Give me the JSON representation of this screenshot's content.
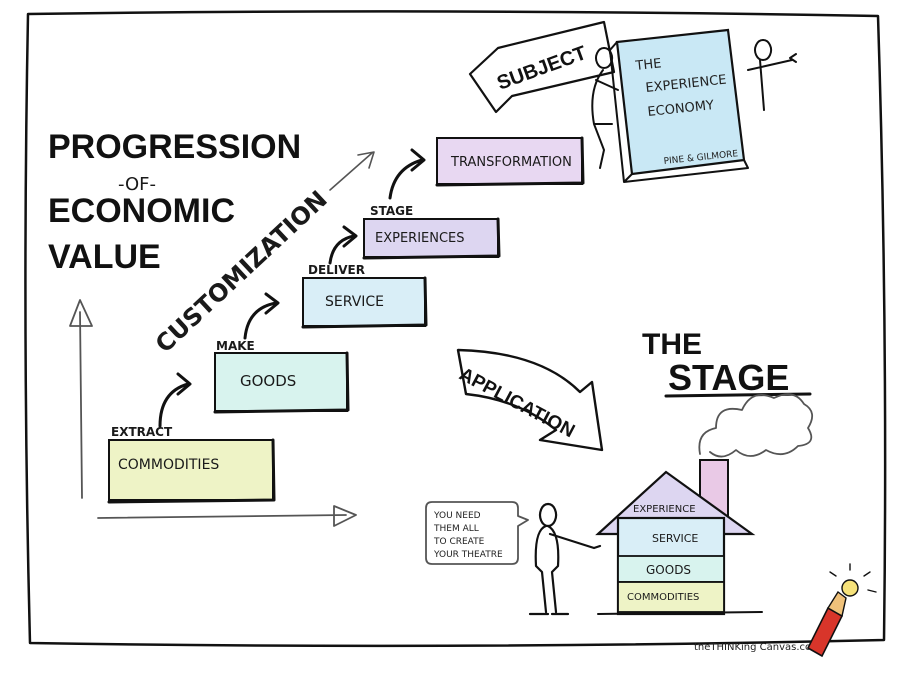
{
  "title": {
    "line1": "PROGRESSION",
    "line2": "-OF-",
    "line3": "ECONOMIC",
    "line4": "VALUE"
  },
  "diagonal_label": "CUSTOMIZATION",
  "steps": [
    {
      "verb": "EXTRACT",
      "label": "COMMODITIES",
      "color": "#eef3c6"
    },
    {
      "verb": "MAKE",
      "label": "GOODS",
      "color": "#d8f3ee"
    },
    {
      "verb": "DELIVER",
      "label": "SERVICE",
      "color": "#d9eef7"
    },
    {
      "verb": "STAGE",
      "label": "EXPERIENCES",
      "color": "#ddd6f1"
    },
    {
      "verb": "",
      "label": "TRANSFORMATION",
      "color": "#e8d8f2"
    }
  ],
  "subject_label": "SUBJECT",
  "book": {
    "title_line1": "THE",
    "title_line2": "EXPERIENCE",
    "title_line3": "ECONOMY",
    "authors": "PINE & GILMORE",
    "color": "#c9e8f5"
  },
  "application_label": "APPLICATION",
  "stage_title_line1": "THE",
  "stage_title_line2": "STAGE",
  "house_layers": {
    "roof": "EXPERIENCE",
    "level3": "SERVICE",
    "level2": "GOODS",
    "level1": "COMMODITIES"
  },
  "speech_bubble": {
    "line1": "YOU NEED",
    "line2": "THEM ALL",
    "line3": "TO CREATE",
    "line4": "YOUR THEATRE"
  },
  "credit": "theTHINKing Canvas.com"
}
